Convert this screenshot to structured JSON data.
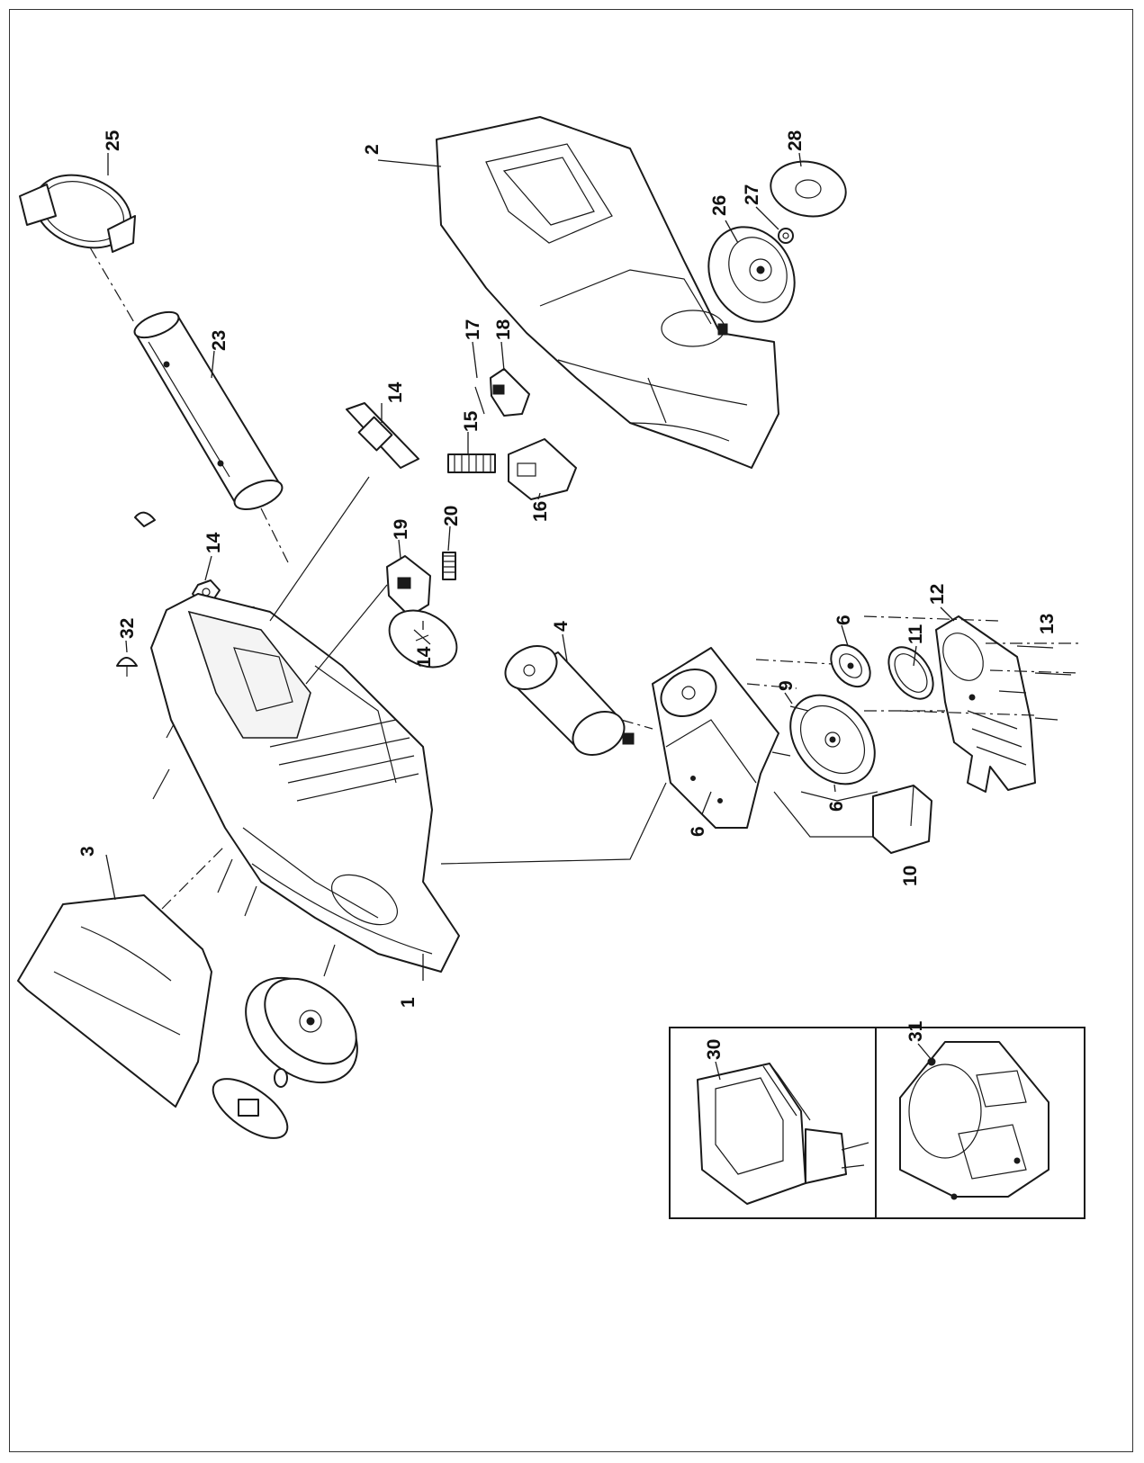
{
  "callouts": {
    "c1": "1",
    "c2": "2",
    "c3": "3",
    "c4": "4",
    "c6a": "6",
    "c6b": "6",
    "c6c": "6",
    "c9": "9",
    "c10": "10",
    "c11": "11",
    "c12": "12",
    "c13": "13",
    "c14a": "14",
    "c14b": "14",
    "c14c": "14",
    "c15": "15",
    "c16": "16",
    "c17": "17",
    "c18": "18",
    "c19": "19",
    "c20": "20",
    "c23": "23",
    "c25": "25",
    "c26": "26",
    "c27": "27",
    "c28": "28",
    "c30": "30",
    "c31": "31",
    "c32": "32"
  },
  "colors": {
    "line": "#1a1a1a",
    "background": "#ffffff"
  }
}
